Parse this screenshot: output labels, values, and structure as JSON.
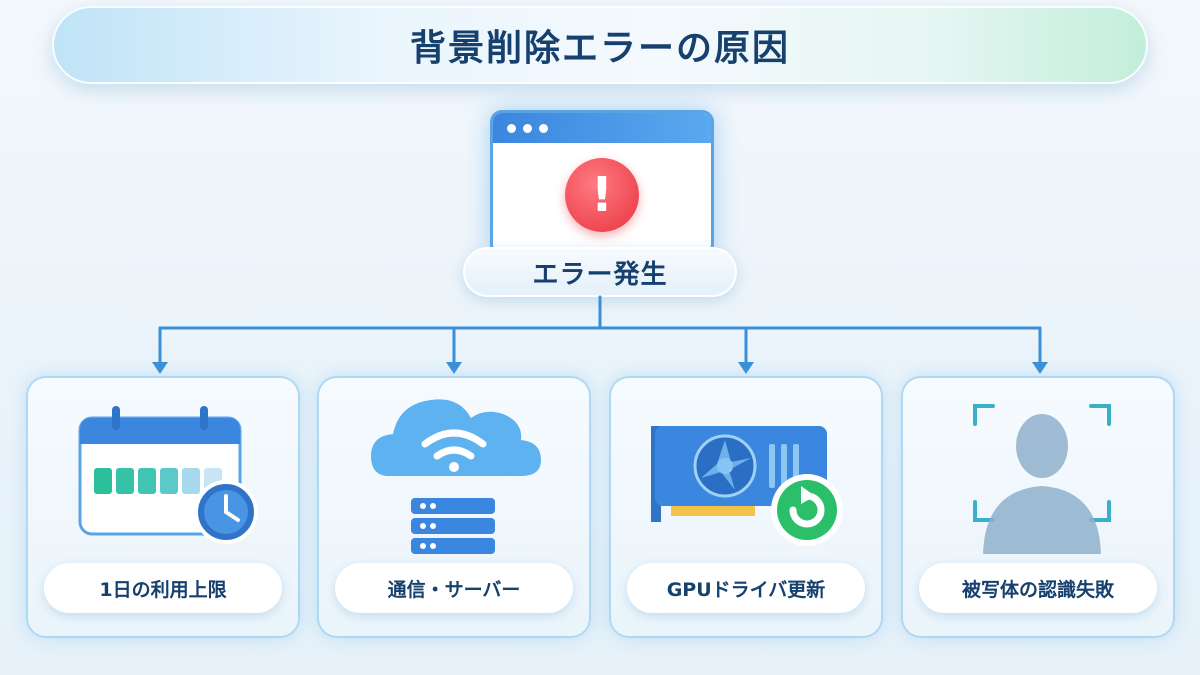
{
  "title": "背景削除エラーの原因",
  "center": {
    "label": "エラー発生",
    "alert_symbol": "!",
    "icon": "error-window-icon"
  },
  "causes": [
    {
      "label": "1日の利用上限",
      "icon": "calendar-clock-icon"
    },
    {
      "label": "通信・サーバー",
      "icon": "cloud-wifi-server-icon"
    },
    {
      "label": "GPUドライバ更新",
      "icon": "gpu-refresh-icon"
    },
    {
      "label": "被写体の認識失敗",
      "icon": "person-focus-icon"
    }
  ],
  "colors": {
    "title_text": "#16406e",
    "accent_blue": "#3b86df",
    "alert_red": "#e8343f",
    "refresh_green": "#2bbf6a",
    "connector": "#3a8fd9"
  }
}
